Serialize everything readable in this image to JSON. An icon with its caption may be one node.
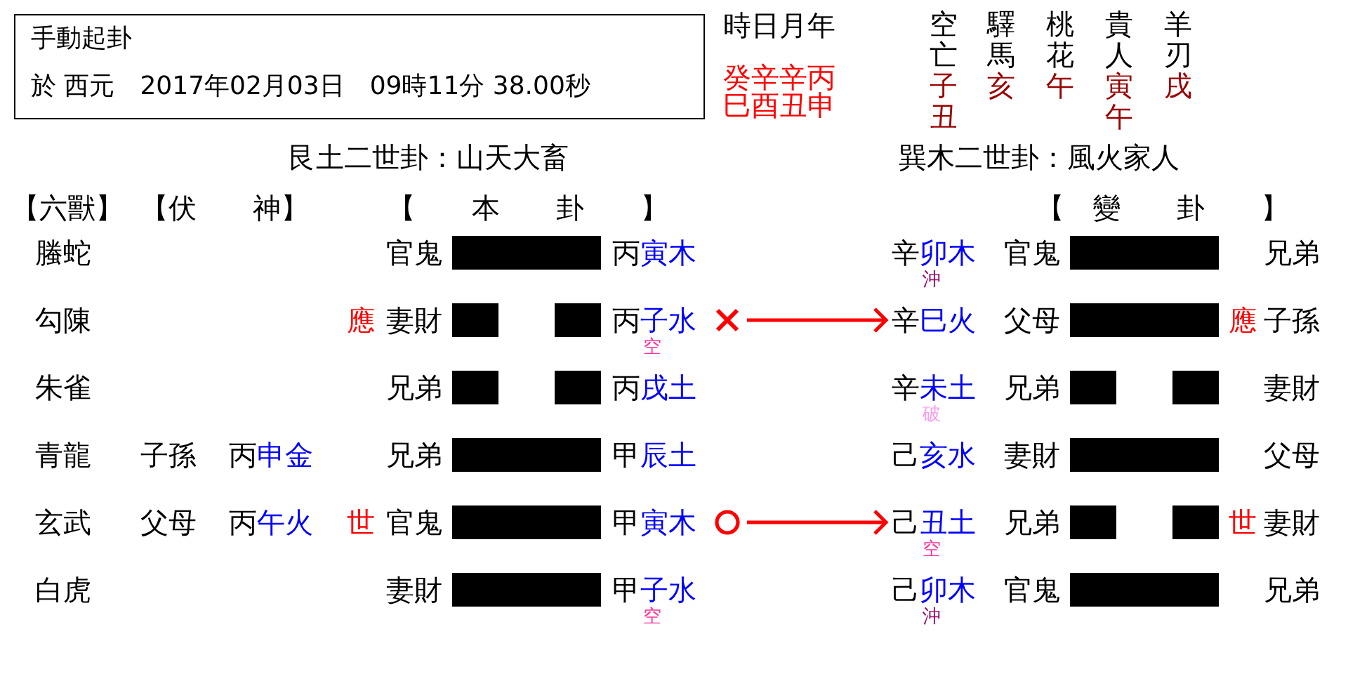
{
  "diagram": {
    "nodes": [
      {
        "text": [
          "手動起卦",
          "於 西元　2017年02月03日　09時11分 38.00秒"
        ]
      },
      {
        "text": [],
        "shape": "cross"
      },
      {
        "text": [
          "辛",
          "巳火"
        ]
      },
      {
        "text": [],
        "shape": "circle"
      },
      {
        "text": [
          "己",
          "丑土"
        ],
        "beside": [
          "空"
        ]
      }
    ],
    "edges": [
      {
        "from": 1,
        "to": 2,
        "arrow": "to"
      },
      {
        "from": 3,
        "to": 4,
        "arrow": "to"
      }
    ],
    "labels": [
      "時日月年",
      "空亡",
      "驛馬",
      "桃花",
      "貴人",
      "羊刃",
      "癸辛辛丙",
      "子丑",
      "亥",
      "午",
      "寅午",
      "戌",
      "巳酉丑申",
      "艮土二世卦：山天大畜",
      "巽木二世卦：風火家人",
      "【六獸】",
      "【伏　　神】",
      "【　　本　　卦　　】",
      "【　變　　卦　　】",
      "螣蛇",
      "官鬼",
      "丙",
      "寅木",
      "辛",
      "卯木",
      "沖",
      "官鬼",
      "兄弟",
      "勾陳",
      "應",
      "妻財",
      "丙",
      "子水",
      "空",
      "父母",
      "應",
      "子孫",
      "朱雀",
      "兄弟",
      "丙",
      "戌土",
      "辛",
      "未土",
      "破",
      "兄弟",
      "妻財",
      "青龍",
      "子孫",
      "丙",
      "申金",
      "兄弟",
      "甲",
      "辰土",
      "己",
      "亥水",
      "妻財",
      "父母",
      "玄武",
      "父母",
      "丙",
      "午火",
      "世",
      "官鬼",
      "甲",
      "寅木",
      "兄弟",
      "世",
      "妻財",
      "白虎",
      "妻財",
      "甲",
      "子水",
      "空",
      "己",
      "卯木",
      "沖",
      "官鬼",
      "兄弟"
    ]
  }
}
